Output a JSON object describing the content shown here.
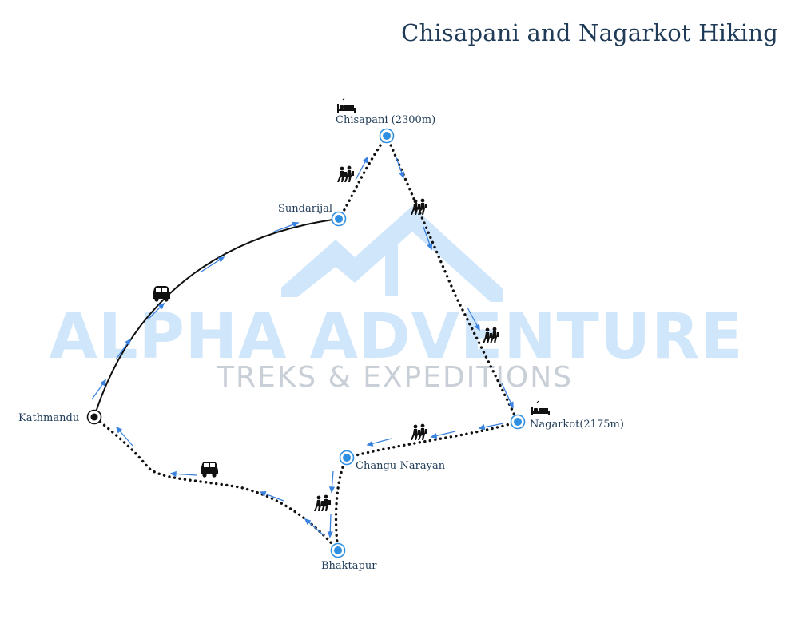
{
  "title": "Chisapani and Nagarkot Hiking",
  "watermark": {
    "brand": "ALPHA ADVENTURE",
    "tagline": "TREKS & EXPEDITIONS"
  },
  "places": {
    "chisapani": "Chisapani (2300m)",
    "sundarijal": "Sundarijal",
    "kathmandu": "Kathmandu",
    "nagarkot": "Nagarkot(2175m)",
    "changu": "Changu-Narayan",
    "bhaktapur": "Bhaktapur"
  },
  "legend_icons": {
    "drive": "car-icon",
    "hike": "hikers-icon",
    "overnight": "bed-icon"
  },
  "colors": {
    "arrow": "#3b82e0",
    "marker": "#2f8fe0",
    "route": "#111111",
    "title": "#1f3b57"
  }
}
